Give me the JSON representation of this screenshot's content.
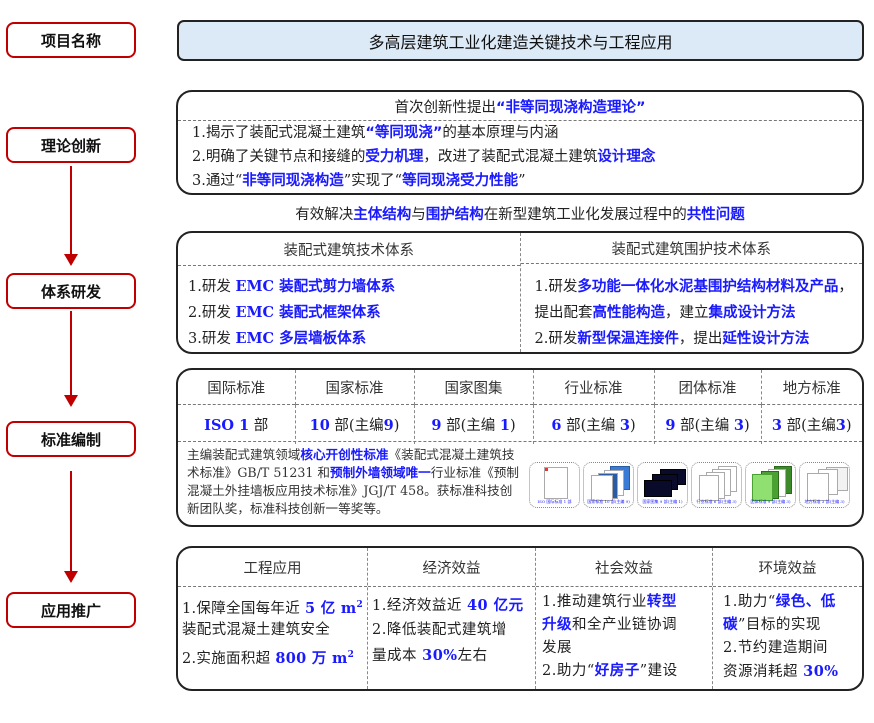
{
  "left_labels": [
    "项目名称",
    "理论创新",
    "体系研发",
    "标准编制",
    "应用推广"
  ],
  "colors": {
    "accent_red": "#c00000",
    "highlight_blue": "#1a1aff",
    "title_bg": "#dce9f6"
  },
  "project": {
    "title": "多高层建筑工业化建造关键技术与工程应用"
  },
  "theory": {
    "head_prefix": "首次创新性提出",
    "head_highlight": "“非等同现浇构造理论”",
    "lines": [
      {
        "a": "1.揭示了装配式混凝土建筑",
        "b": "“等同现浇”",
        "c": "的基本原理与内涵"
      },
      {
        "a": "2.明确了关键节点和接缝的",
        "b": "受力机理",
        "c": "，改进了装配式混凝土建筑",
        "d": "设计理念"
      },
      {
        "a": "3.通过“",
        "b": "非等同现浇构造",
        "c": "”实现了“",
        "d": "等同现浇受力性能",
        "e": "”"
      }
    ]
  },
  "summary": {
    "p1": "有效解决",
    "h1": "主体结构",
    "p2": "与",
    "h2": "围护结构",
    "p3": "在新型建筑工业化发展过程中的",
    "h3": "共性问题"
  },
  "system": {
    "left": {
      "title": "装配式建筑技术体系",
      "items": [
        {
          "prefix": "1.研发 ",
          "hl": "EMC 装配式剪力墙体系"
        },
        {
          "prefix": "2.研发 ",
          "hl": "EMC 装配式框架体系"
        },
        {
          "prefix": "3.研发 ",
          "hl": "EMC 多层墙板体系"
        }
      ]
    },
    "right": {
      "title": "装配式建筑围护技术体系",
      "line1_prefix": "1.研发",
      "line1_hl": "多功能一体化水泥基围护结构材料及产品",
      "line1_suffix": "，",
      "line2_a": "提出配套",
      "line2_hl1": "高性能构造",
      "line2_b": "，建立",
      "line2_hl2": "集成设计方法",
      "line3_a": "2.研发",
      "line3_hl1": "新型保温连接件",
      "line3_b": "，提出",
      "line3_hl2": "延性设计方法"
    }
  },
  "standards": {
    "headers": [
      "国际标准",
      "国家标准",
      "国家图集",
      "行业标准",
      "团体标准",
      "地方标准"
    ],
    "values": [
      {
        "num": "ISO 1",
        "unit": " 部",
        "chief": ""
      },
      {
        "num": "10",
        "unit": " 部(主编",
        "chief": "9",
        "close": ")"
      },
      {
        "num": "9",
        "unit": " 部(主编 ",
        "chief": "1",
        "close": ")"
      },
      {
        "num": "6",
        "unit": " 部(主编 ",
        "chief": "3",
        "close": ")"
      },
      {
        "num": "9",
        "unit": " 部(主编 ",
        "chief": "3",
        "close": ")"
      },
      {
        "num": "3",
        "unit": " 部(主编",
        "chief": "3",
        "close": ")"
      }
    ],
    "text": {
      "a": "主编装配式建筑领域",
      "hl1": "核心开创性标准",
      "b": "《装配式混凝土建筑技术标准》GB/T 51231 和",
      "hl2": "预制外墙领域唯一",
      "c": "行业标准《预制混凝土外挂墙板应用技术标准》JGJ/T 458。获标准科技创新团队奖，标准科技创新一等奖等。"
    },
    "thumb_captions": [
      "ISO 国际标准 1 部",
      "国家标准 10 部(主编 9)",
      "国家图集 9 部(主编 1)",
      "行业标准 6 部(主编 3)",
      "团体标准 9 部(主编 3)",
      "地方标准 3 部(主编 3)"
    ]
  },
  "application": {
    "columns": [
      {
        "title": "工程应用",
        "l1a": "1.保障全国每年近 ",
        "l1hl": "5 亿 m",
        "l1sup": "2",
        "l2": "装配式混凝土建筑安全",
        "l3a": "2.实施面积超 ",
        "l3hl": "800 万 m",
        "l3sup": "2"
      },
      {
        "title": "经济效益",
        "l1a": "1.经济效益近 ",
        "l1hl": "40 亿元",
        "l2": "2.降低装配式建筑增",
        "l3a": "量成本 ",
        "l3hl": "30%",
        "l3b": "左右"
      },
      {
        "title": "社会效益",
        "l1a": "1.推动建筑行业",
        "l1hl": "转型",
        "l2hl": "升级",
        "l2b": "和全产业链协调",
        "l3": "发展",
        "l4a": "2.助力“",
        "l4hl": "好房子",
        "l4b": "”建设"
      },
      {
        "title": "环境效益",
        "l1a": "1.助力“",
        "l1hl": "绿色、低",
        "l2hl": "碳",
        "l2b": "”目标的实现",
        "l3": "2.节约建造期间",
        "l4a": "资源消耗超 ",
        "l4hl": "30%"
      }
    ]
  }
}
